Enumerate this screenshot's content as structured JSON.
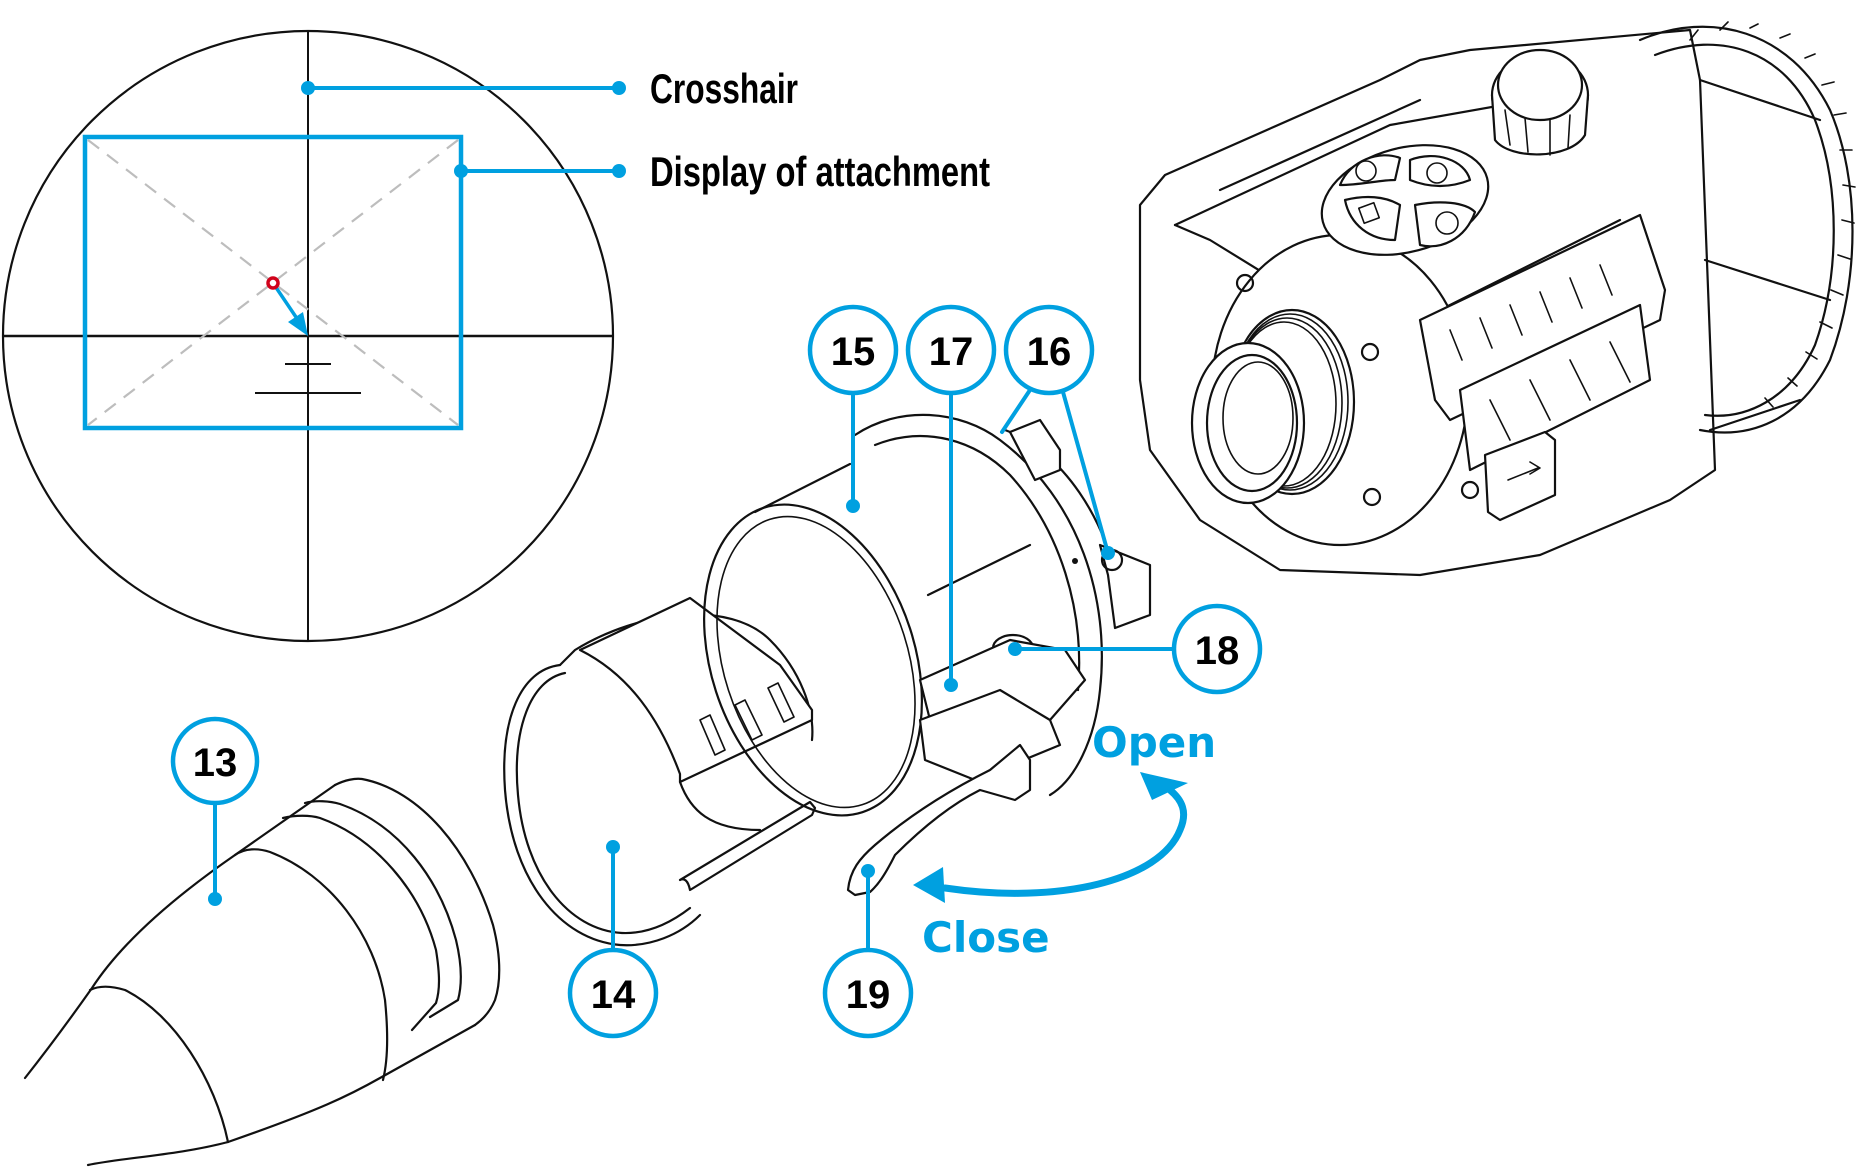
{
  "diagram": {
    "reticle_labels": {
      "crosshair": "Crosshair",
      "display": "Display of attachment"
    },
    "callouts": {
      "c13": "13",
      "c14": "14",
      "c15": "15",
      "c16": "16",
      "c17": "17",
      "c18": "18",
      "c19": "19"
    },
    "lever_actions": {
      "open": "Open",
      "close": "Close"
    },
    "colors": {
      "accent": "#00a0e0",
      "line": "#111111",
      "point_of_impact": "#d0021b",
      "display_diagonals": "#bdbdbd"
    },
    "device_buttons": [
      "play-triangle-icon",
      "undo-arrow-icon",
      "square-icon",
      "triangle-dot-icon"
    ]
  }
}
